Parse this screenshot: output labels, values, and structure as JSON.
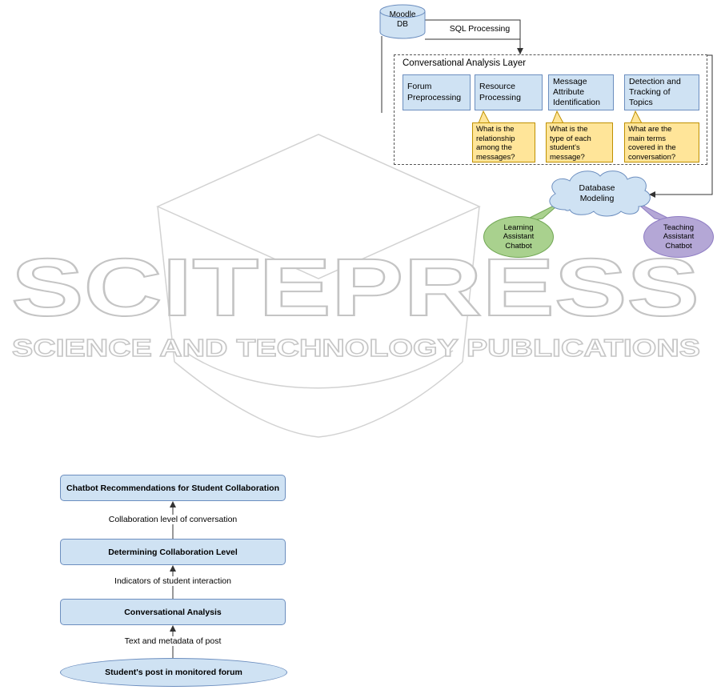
{
  "watermark": {
    "line1": "SCITEPRESS",
    "line2": "SCIENCE AND TECHNOLOGY PUBLICATIONS"
  },
  "pipeline": {
    "moodle_db": "Moodle\nDB",
    "sql_processing": "SQL Processing",
    "layer_title": "Conversational Analysis Layer",
    "modules": [
      {
        "label": "Forum\nPreprocessing"
      },
      {
        "label": "Resource\nProcessing"
      },
      {
        "label": "Message\nAttribute\nIdentification"
      },
      {
        "label": "Detection and\nTracking of\nTopics"
      }
    ],
    "questions": [
      {
        "label": "What is the\nrelationship\namong the\nmessages?"
      },
      {
        "label": "What is the\ntype of each\nstudent's\nmessage?"
      },
      {
        "label": "What are the\nmain terms\ncovered in the\nconversation?"
      }
    ],
    "database_modeling": "Database\nModeling",
    "chatbots": [
      {
        "label": "Learning\nAssistant\nChatbot"
      },
      {
        "label": "Teaching\nAssistant\nChatbot"
      }
    ]
  },
  "flow": {
    "boxes": [
      {
        "label": "Chatbot Recommendations for Student Collaboration"
      },
      {
        "label": "Determining Collaboration Level"
      },
      {
        "label": "Conversational Analysis"
      }
    ],
    "arrow_labels": [
      {
        "label": "Collaboration level of conversation"
      },
      {
        "label": "Indicators of student interaction"
      },
      {
        "label": "Text and metadata of post"
      }
    ],
    "source": "Student's post in monitored forum"
  },
  "colors": {
    "blue_fill": "#cfe2f3",
    "blue_stroke": "#6c8ebf",
    "yellow_fill": "#ffe599",
    "yellow_stroke": "#bf9000",
    "green_fill": "#a9d18e",
    "green_stroke": "#70a653",
    "purple_fill": "#b4a7d6",
    "purple_stroke": "#8e7cc3",
    "watermark_gray": "#cccccc"
  }
}
